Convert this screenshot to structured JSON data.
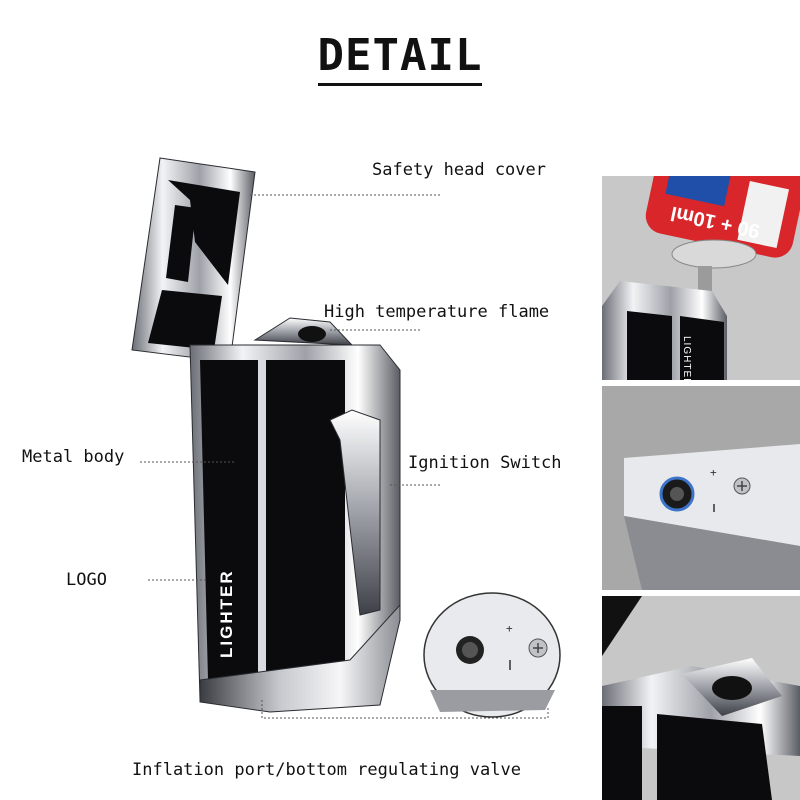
{
  "title": "DETAIL",
  "labels": {
    "safety_head_cover": "Safety head cover",
    "high_temperature_flame": "High temperature flame",
    "metal_body": "Metal body",
    "ignition_switch": "Ignition Switch",
    "logo": "LOGO",
    "inflation_port": "Inflation port/bottom regulating valve"
  },
  "brand_text": "LIGHTER",
  "gas_can_text": "90 + 10ml",
  "colors": {
    "body_black": "#0b0b0d",
    "chrome_light": "#e6e8ec",
    "chrome_dark": "#4a4d55",
    "panel_bg": "#b9b9b9",
    "gas_can_red": "#d8262a"
  }
}
